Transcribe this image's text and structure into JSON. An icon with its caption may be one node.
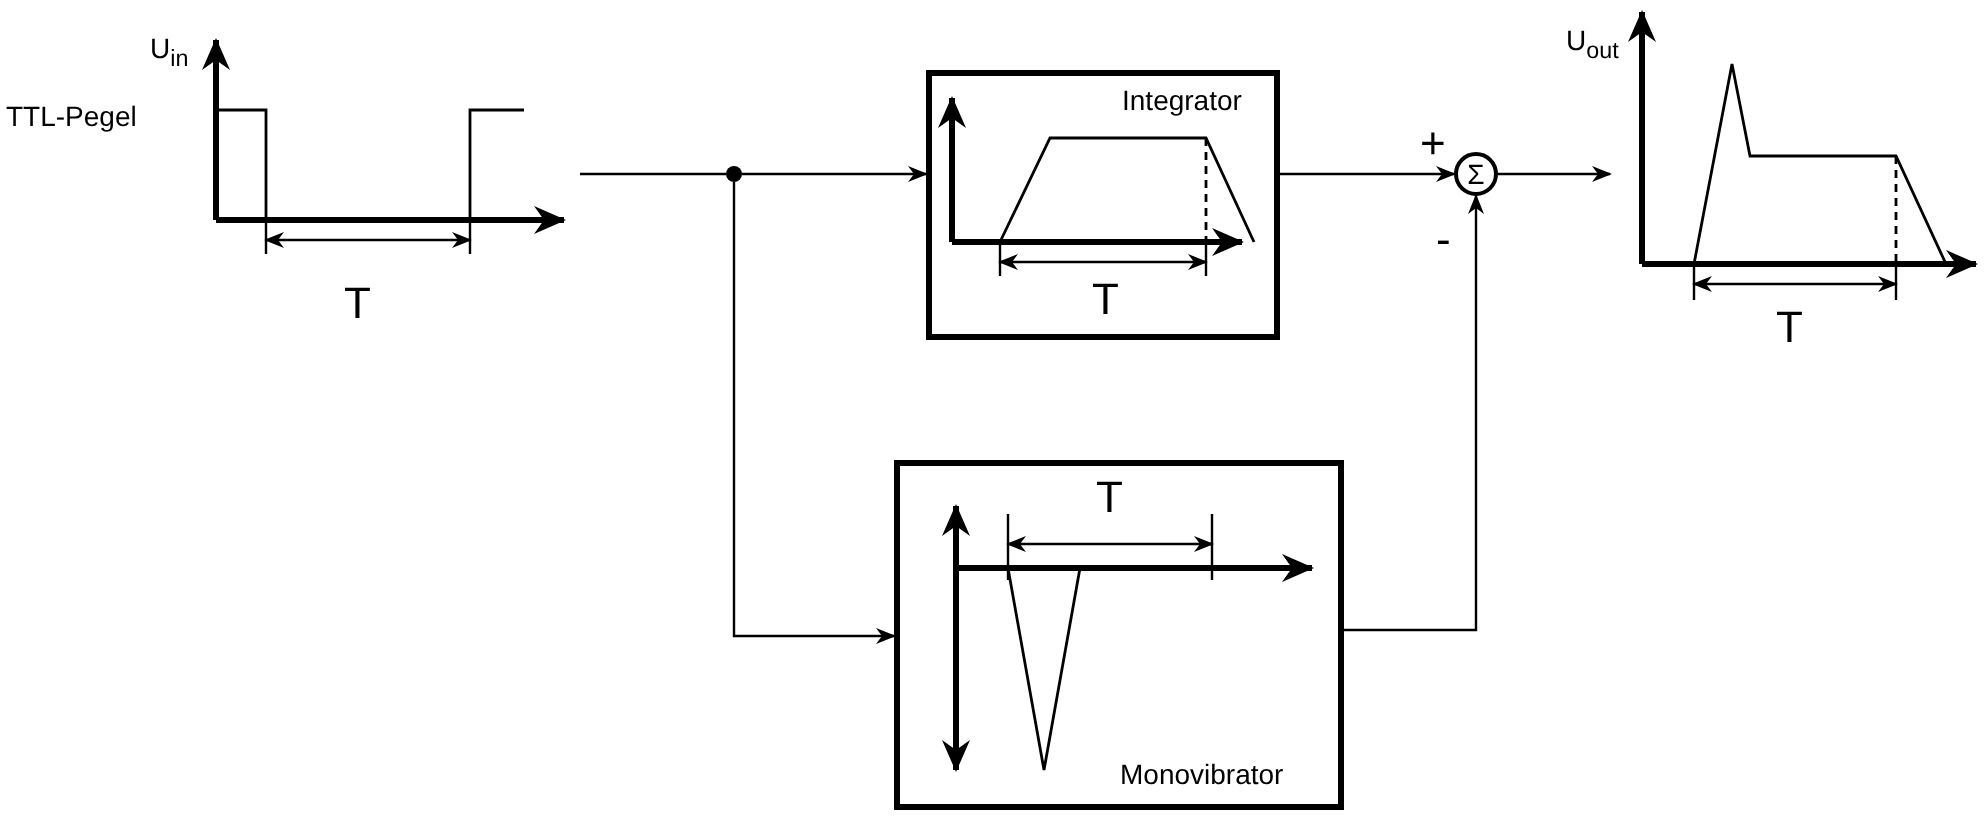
{
  "diagram": {
    "nodes": [
      {
        "text": [],
        "shape": "picture",
        "beside": [
          "U$_{in}$",
          "TTL-Pegel",
          "T"
        ]
      },
      {
        "text": [],
        "shape": "circle"
      },
      {
        "text": [
          "Integrator",
          "T"
        ]
      },
      {
        "text": [
          "T",
          "Monovibrator"
        ]
      },
      {
        "text": [
          "Σ"
        ],
        "beside": [
          "+",
          "-"
        ]
      },
      {
        "text": [],
        "shape": "picture",
        "beside": [
          "U$_{out}$",
          "T"
        ]
      }
    ],
    "edges": [
      {
        "from": 0,
        "to": 1,
        "arrow": "none"
      },
      {
        "from": 1,
        "to": 2,
        "arrow": "to"
      },
      {
        "from": 1,
        "to": 3,
        "arrow": "to"
      },
      {
        "from": 2,
        "to": 4,
        "arrow": "to"
      },
      {
        "from": 3,
        "to": 4,
        "arrow": "to"
      },
      {
        "from": 4,
        "to": 5,
        "arrow": "to"
      }
    ]
  }
}
